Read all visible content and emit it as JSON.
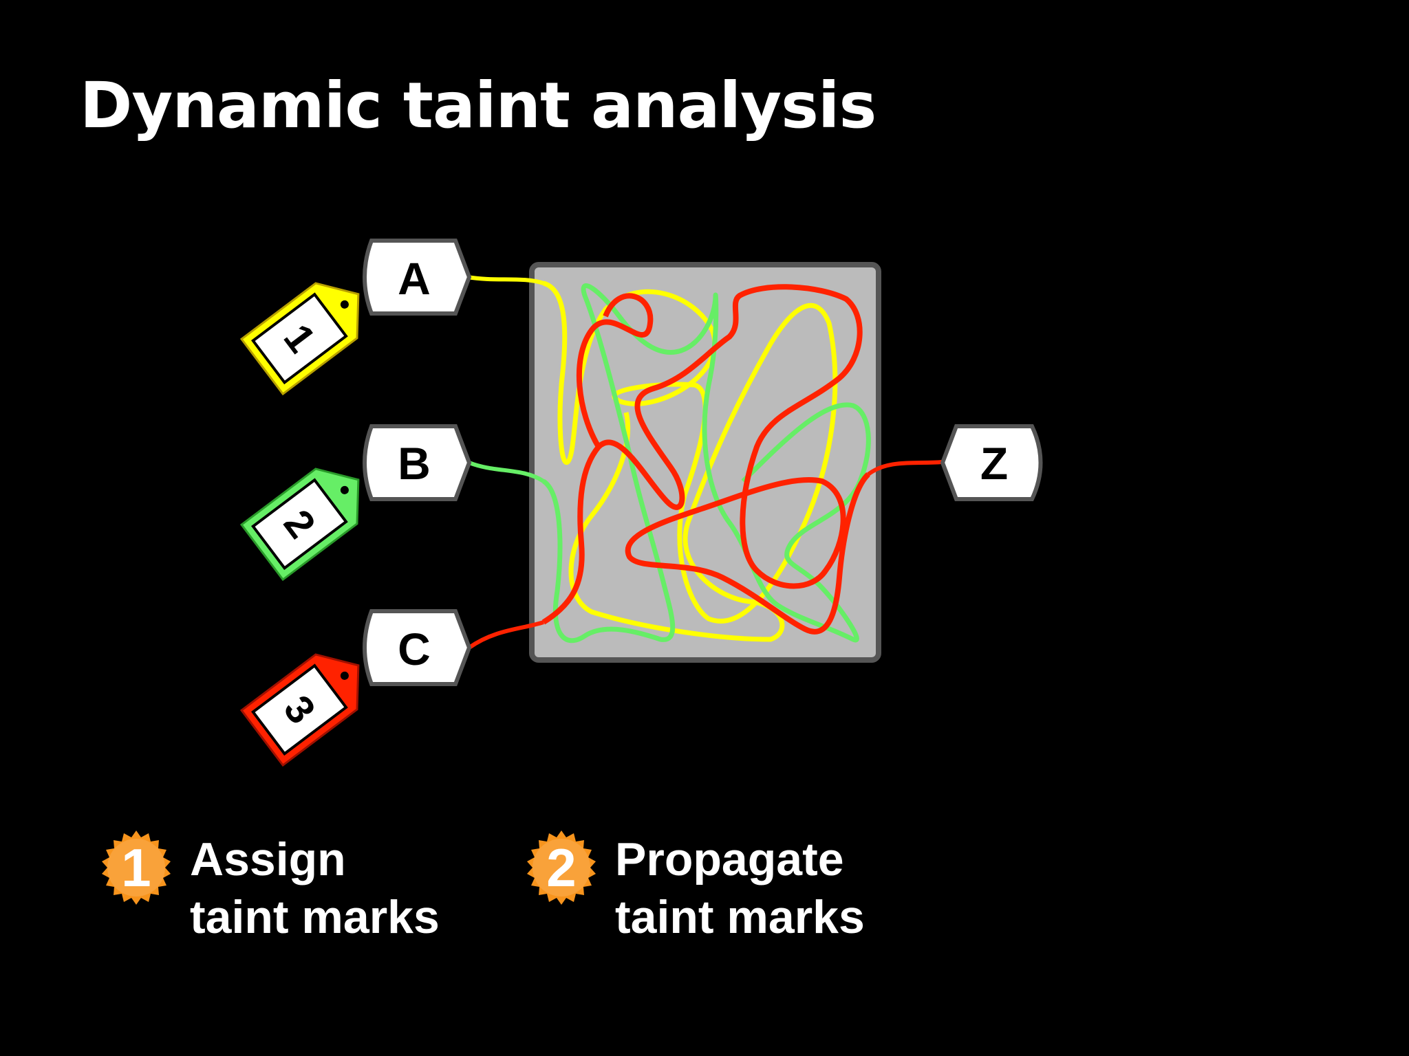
{
  "title": "Dynamic taint analysis",
  "inputs": [
    {
      "label": "A",
      "tag": "1",
      "color": "#ffff00"
    },
    {
      "label": "B",
      "tag": "2",
      "color": "#66ee66"
    },
    {
      "label": "C",
      "tag": "3",
      "color": "#ff2200"
    }
  ],
  "output": {
    "label": "Z"
  },
  "colors": {
    "background": "#000000",
    "box": "#bbbbbb",
    "box_border": "#555555",
    "badge": "#f7941d"
  },
  "steps": [
    {
      "number": "1",
      "line1": "Assign",
      "line2": "taint marks"
    },
    {
      "number": "2",
      "line1": "Propagate",
      "line2": "taint marks"
    }
  ]
}
